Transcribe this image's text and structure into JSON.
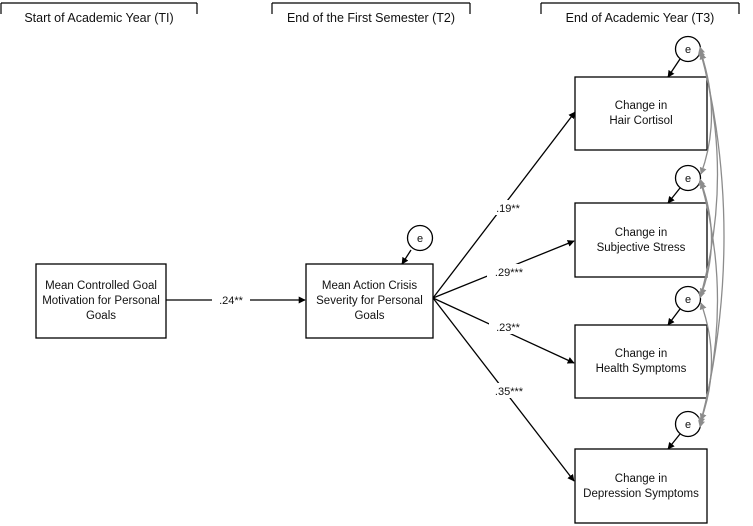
{
  "headers": {
    "t1": "Start of Academic Year (TI)",
    "t2": "End of the First Semester (T2)",
    "t3": "End of Academic Year (T3)"
  },
  "boxes": {
    "motivation": [
      "Mean Controlled Goal",
      "Motivation for Personal",
      "Goals"
    ],
    "crisis": [
      "Mean Action Crisis",
      "Severity for Personal",
      "Goals"
    ],
    "cortisol": [
      "Change in",
      "Hair Cortisol"
    ],
    "stress": [
      "Change in",
      "Subjective Stress"
    ],
    "health": [
      "Change in",
      "Health Symptoms"
    ],
    "depression": [
      "Change in",
      "Depression Symptoms"
    ]
  },
  "error_label": "e",
  "paths": {
    "motivation_to_crisis": ".24**",
    "crisis_to_cortisol": ".19**",
    "crisis_to_stress": ".29***",
    "crisis_to_health": ".23**",
    "crisis_to_depression": ".35***"
  },
  "colors": {
    "line": "#000000",
    "covariance": "#8c8c8c"
  }
}
